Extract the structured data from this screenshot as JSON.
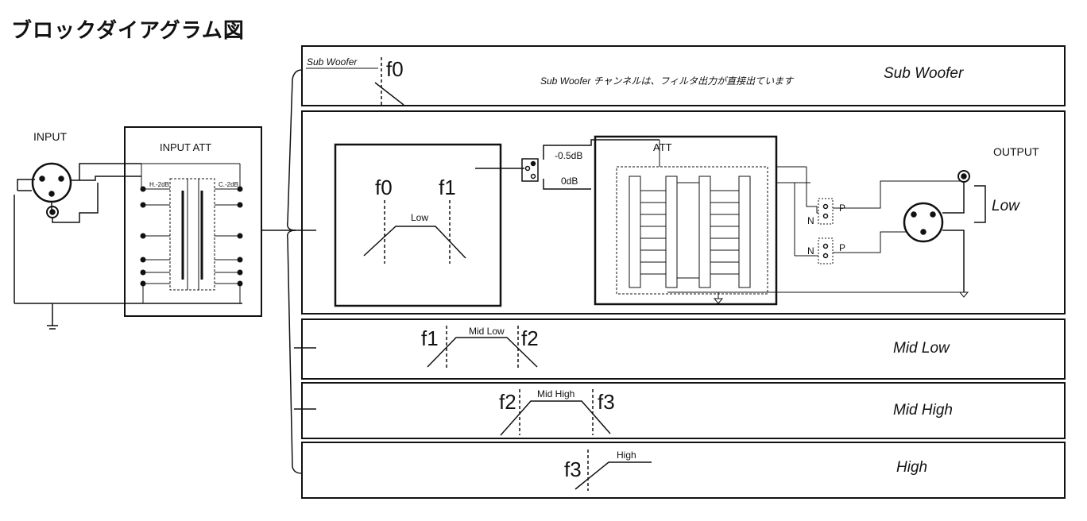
{
  "title": "ブロックダイアグラム図",
  "input": {
    "label": "INPUT",
    "att_label": "INPUT ATT"
  },
  "channels": {
    "sub_woofer": {
      "tag": "Sub Woofer",
      "freq": "f0",
      "note": "Sub Woofer チャンネルは、フィルタ出力が直接出ています",
      "name": "Sub Woofer"
    },
    "low": {
      "f_low": "f0",
      "f_high": "f1",
      "band": "Low",
      "switch_a": "-0.5dB",
      "switch_b": "0dB",
      "att_label": "ATT",
      "output_label": "OUTPUT",
      "name": "Low",
      "n1": "N",
      "n2": "N",
      "p1": "P",
      "p2": "P"
    },
    "mid_low": {
      "f_low": "f1",
      "band": "Mid Low",
      "f_high": "f2",
      "name": "Mid  Low"
    },
    "mid_high": {
      "f_low": "f2",
      "band": "Mid High",
      "f_high": "f3",
      "name": "Mid  High"
    },
    "high": {
      "f_low": "f3",
      "band": "High",
      "name": "High"
    }
  }
}
